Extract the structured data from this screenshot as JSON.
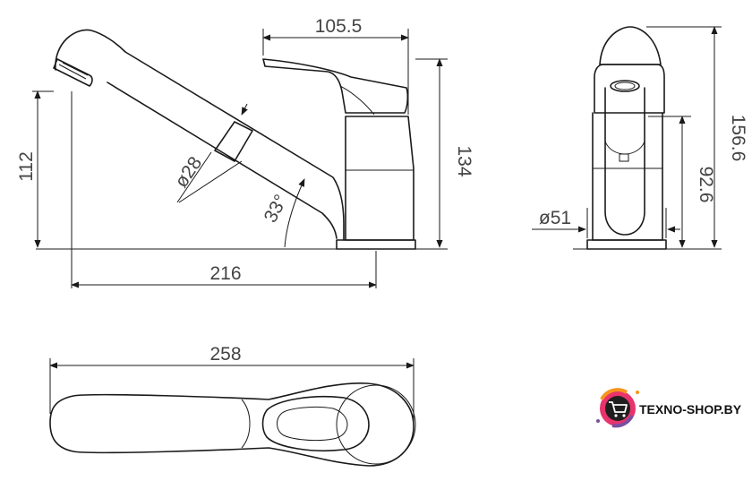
{
  "dimensions": {
    "top_width": "105.5",
    "height_body": "134",
    "spout_height": "112",
    "spout_reach": "216",
    "spout_diameter": "ø28",
    "spout_angle": "33°",
    "total_height": "156.6",
    "side_height": "92.6",
    "base_diameter": "ø51",
    "total_length": "258"
  },
  "brand": {
    "name": "TEXNO-SHOP.BY",
    "icon": "shopping-cart-icon",
    "colors": [
      "#f7941d",
      "#e8336d",
      "#7b4fa0",
      "#1f1f1f"
    ]
  }
}
